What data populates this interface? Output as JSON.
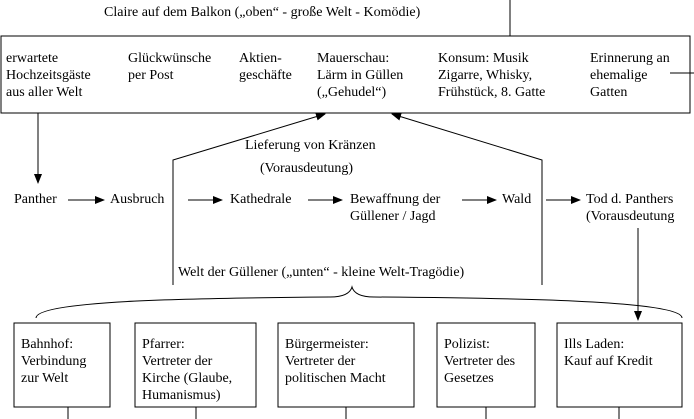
{
  "top_title": "Claire auf dem Balkon („oben“ - große Welt - Komödie)",
  "balcony_items": [
    "erwartete\nHochzeitsgäste\naus aller Welt",
    "Glückwünsche\nper Post",
    "Aktien-\ngeschäfte",
    "Mauerschau:\nLärm in Güllen\n(„Gehudel“)",
    "Konsum: Musik\nZigarre, Whisky,\nFrühstück, 8. Gatte",
    "Erinnerung an\nehemalige\nGatten"
  ],
  "wreath_label": "Lieferung von Kränzen",
  "wreath_note": "(Vorausdeutung)",
  "chain": [
    "Panther",
    "Ausbruch",
    "Kathedrale",
    "Bewaffnung der\nGüllener / Jagd",
    "Wald",
    "Tod d. Panthers\n(Vorausdeutung"
  ],
  "lower_title": "Welt der Güllener („unten“ - kleine Welt-Tragödie)",
  "lower_boxes": [
    "Bahnhof:\nVerbindung\nzur Welt",
    "Pfarrer:\nVertreter der\nKirche (Glaube,\nHumanismus)",
    "Bürgermeister:\nVertreter der\npolitischen Macht",
    "Polizist:\nVertreter des\nGesetzes",
    "Ills Laden:\nKauf auf Kredit"
  ]
}
